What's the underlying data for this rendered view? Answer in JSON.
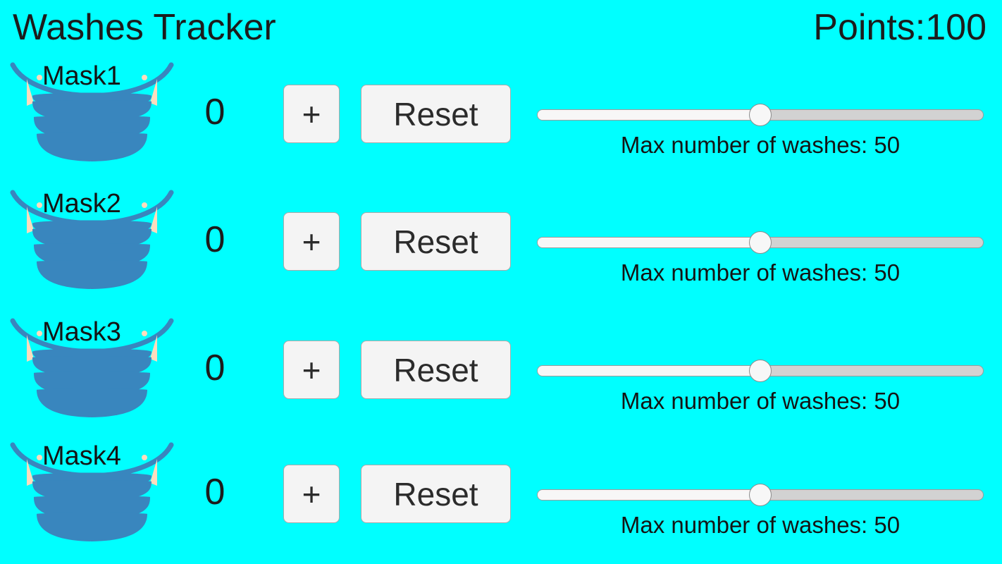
{
  "app": {
    "title": "Washes Tracker",
    "points_label": "Points:100",
    "background_color": "#00FFFF",
    "text_color": "#1c1c1c",
    "mask_color": "#3986BE",
    "button_face_color": "#f4f4f4"
  },
  "rows": [
    {
      "mask_label": "Mask1",
      "count": "0",
      "increment_label": "+",
      "reset_label": "Reset",
      "slider_caption": "Max number of washes: 50",
      "slider_value": 50,
      "slider_min": 0,
      "slider_max": 100,
      "slider_percent": 50
    },
    {
      "mask_label": "Mask2",
      "count": "0",
      "increment_label": "+",
      "reset_label": "Reset",
      "slider_caption": "Max number of washes: 50",
      "slider_value": 50,
      "slider_min": 0,
      "slider_max": 100,
      "slider_percent": 50
    },
    {
      "mask_label": "Mask3",
      "count": "0",
      "increment_label": "+",
      "reset_label": "Reset",
      "slider_caption": "Max number of washes: 50",
      "slider_value": 50,
      "slider_min": 0,
      "slider_max": 100,
      "slider_percent": 50
    },
    {
      "mask_label": "Mask4",
      "count": "0",
      "increment_label": "+",
      "reset_label": "Reset",
      "slider_caption": "Max number of washes: 50",
      "slider_value": 50,
      "slider_min": 0,
      "slider_max": 100,
      "slider_percent": 50
    }
  ],
  "icons": {
    "mask": "face-mask-icon"
  }
}
